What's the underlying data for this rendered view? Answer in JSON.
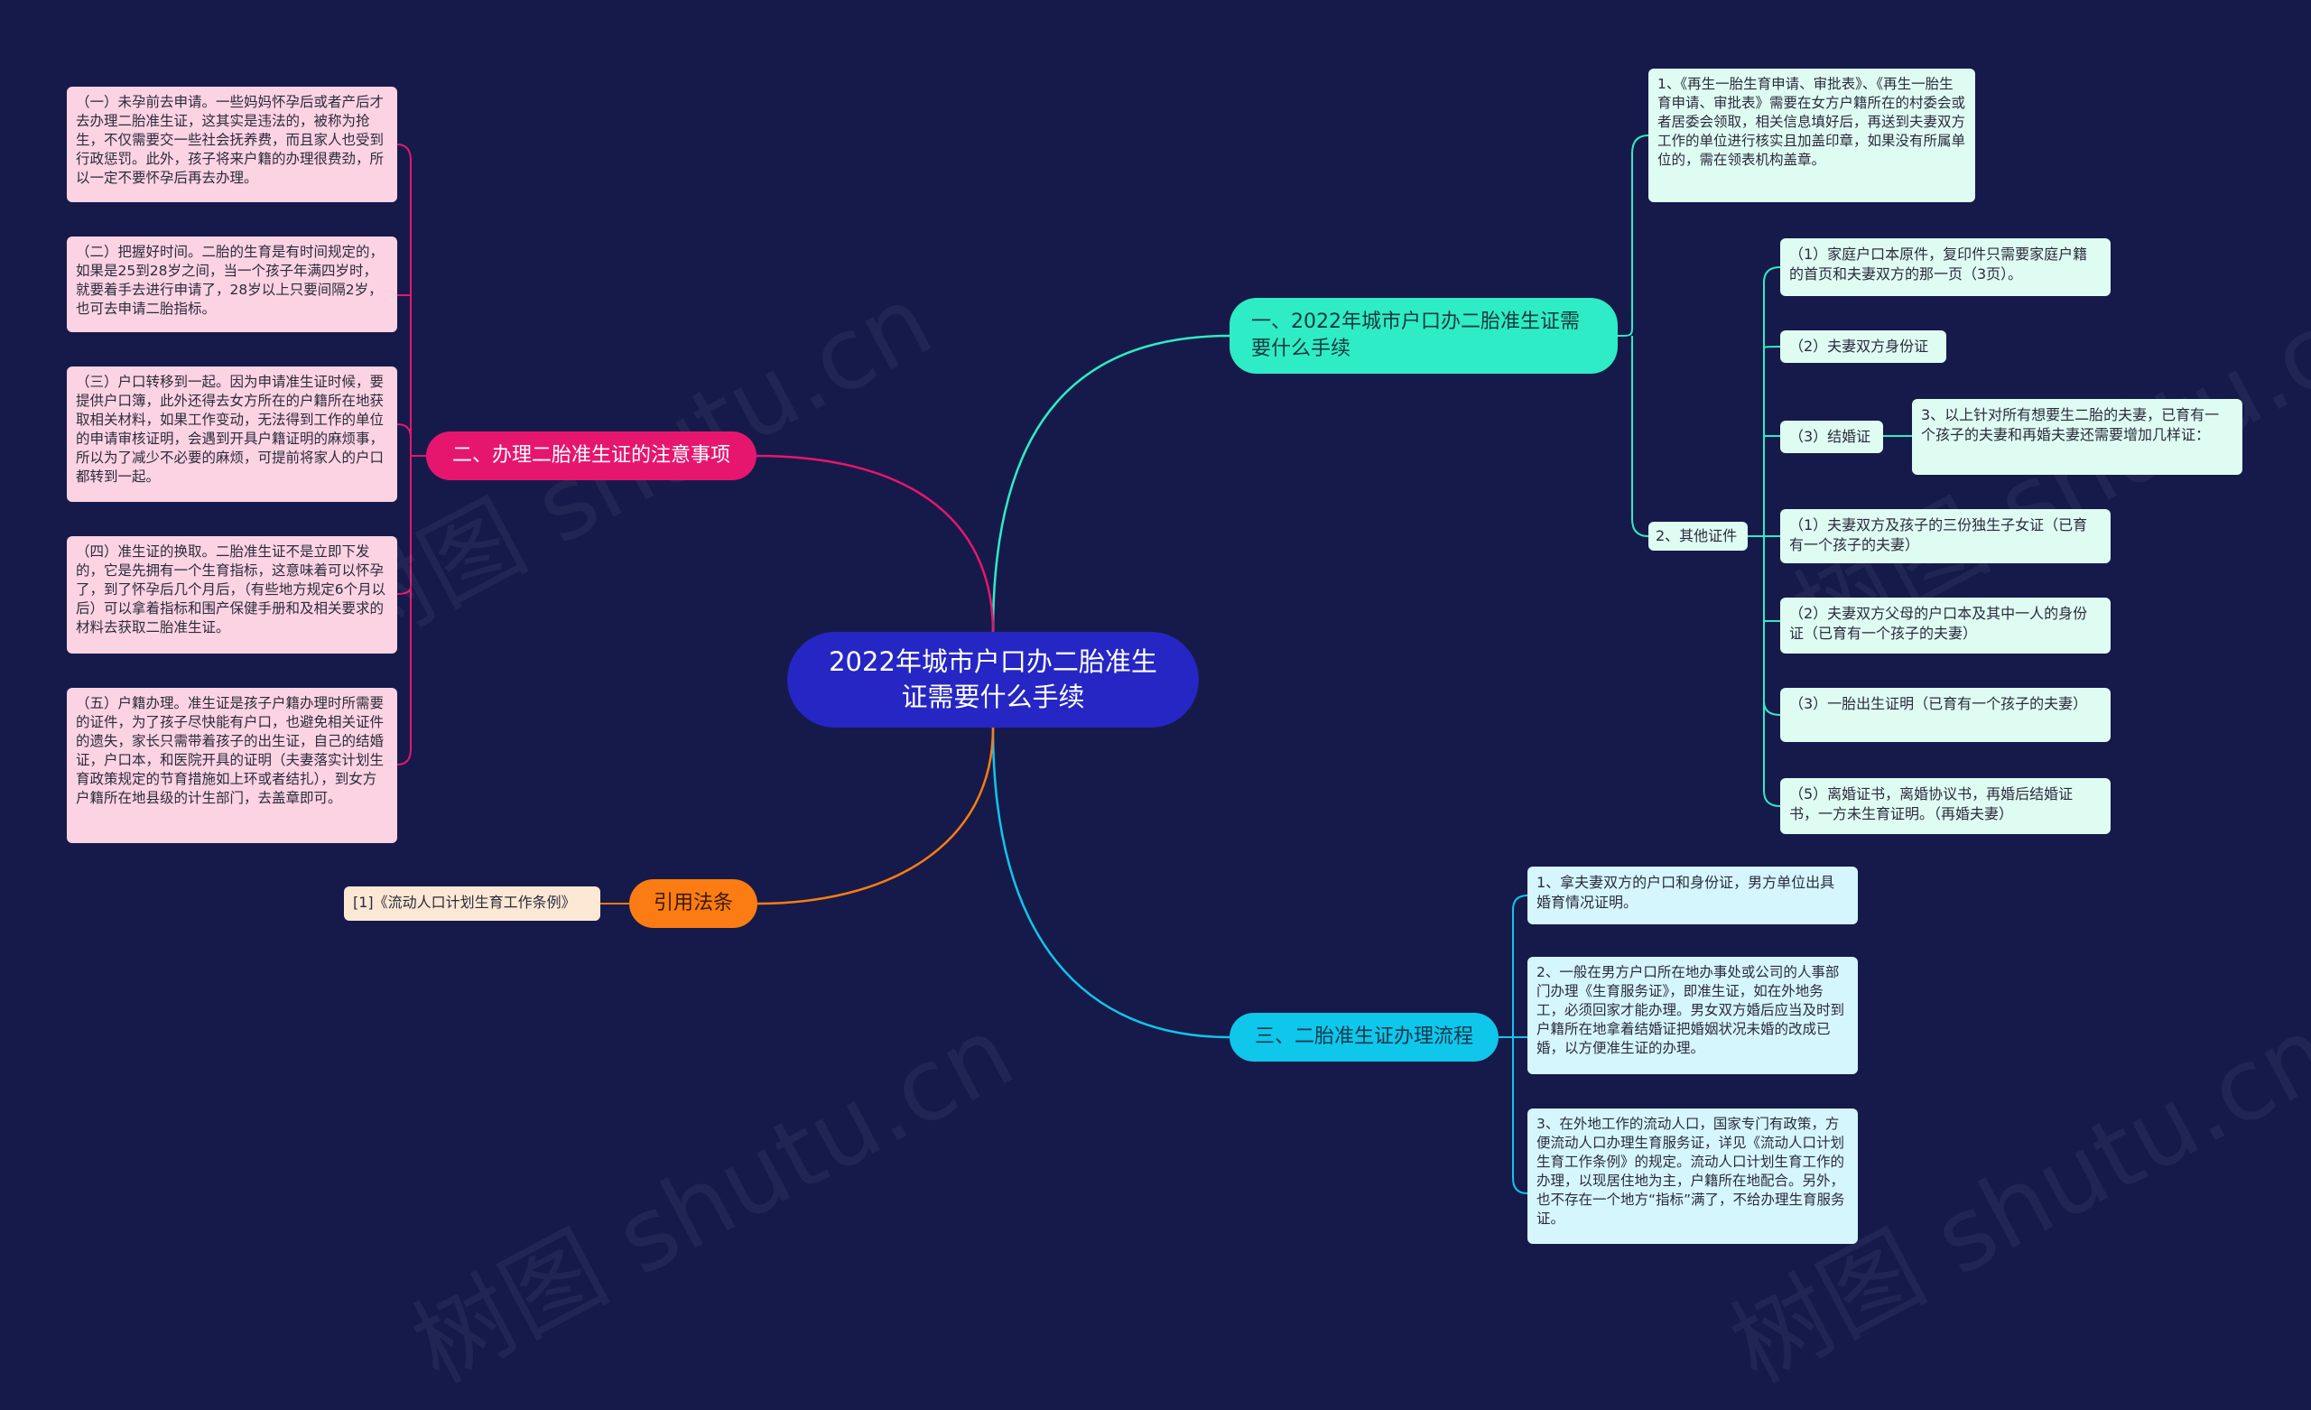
{
  "root": "2022年城市户口办二胎准生证需要什么手续",
  "watermark": "树图 shutu.cn",
  "branches": {
    "b1": "一、2022年城市户口办二胎准生证需要什么手续",
    "b2": "二、办理二胎准生证的注意事项",
    "b3": "三、二胎准生证办理流程",
    "b4": "引用法条"
  },
  "b1_items": {
    "n1": "1、《再生一胎生育申请、审批表》、《再生一胎生育申请、审批表》需要在女方户籍所在的村委会或者居委会领取，相关信息填好后，再送到夫妻双方工作的单位进行核实且加盖印章，如果没有所属单位的，需在领表机构盖章。",
    "n2": "2、其他证件",
    "n2_children": [
      "（1）家庭户口本原件，复印件只需要家庭户籍的首页和夫妻双方的那一页（3页）。",
      "（2）夫妻双方身份证",
      "（3）结婚证",
      "（1）夫妻双方及孩子的三份独生子女证（已育有一个孩子的夫妻）",
      "（2）夫妻双方父母的户口本及其中一人的身份证（已育有一个孩子的夫妻）",
      "（3）一胎出生证明（已育有一个孩子的夫妻）",
      "（5）离婚证书，离婚协议书，再婚后结婚证书，一方未生育证明。（再婚夫妻）"
    ],
    "n3": "3、以上针对所有想要生二胎的夫妻，已育有一个孩子的夫妻和再婚夫妻还需要增加几样证："
  },
  "b2_items": [
    "（一）未孕前去申请。一些妈妈怀孕后或者产后才去办理二胎准生证，这其实是违法的，被称为抢生，不仅需要交一些社会抚养费，而且家人也受到行政惩罚。此外，孩子将来户籍的办理很费劲，所以一定不要怀孕后再去办理。",
    "（二）把握好时间。二胎的生育是有时间规定的，如果是25到28岁之间，当一个孩子年满四岁时，就要着手去进行申请了，28岁以上只要间隔2岁，也可去申请二胎指标。",
    "（三）户口转移到一起。因为申请准生证时候，要提供户口簿，此外还得去女方所在的户籍所在地获取相关材料，如果工作变动，无法得到工作的单位的申请审核证明，会遇到开具户籍证明的麻烦事，所以为了减少不必要的麻烦，可提前将家人的户口都转到一起。",
    "（四）准生证的换取。二胎准生证不是立即下发的，它是先拥有一个生育指标，这意味着可以怀孕了，到了怀孕后几个月后，（有些地方规定6个月以后）可以拿着指标和围产保健手册和及相关要求的材料去获取二胎准生证。",
    "（五）户籍办理。准生证是孩子户籍办理时所需要的证件，为了孩子尽快能有户口，也避免相关证件的遗失，家长只需带着孩子的出生证，自己的结婚证，户口本，和医院开具的证明（夫妻落实计划生育政策规定的节育措施如上环或者结扎），到女方户籍所在地县级的计生部门，去盖章即可。"
  ],
  "b3_items": [
    "1、拿夫妻双方的户口和身份证，男方单位出具婚育情况证明。",
    "2、一般在男方户口所在地办事处或公司的人事部门办理《生育服务证》，即准生证，如在外地务工，必须回家才能办理。男女双方婚后应当及时到户籍所在地拿着结婚证把婚姻状况未婚的改成已婚，以方便准生证的办理。",
    "3、在外地工作的流动人口，国家专门有政策，方便流动人口办理生育服务证，详见《流动人口计划生育工作条例》的规定。流动人口计划生育工作的办理，以现居住地为主，户籍所在地配合。另外，也不存在一个地方“指标”满了，不给办理生育服务证。"
  ],
  "b4_items": [
    "[1]《流动人口计划生育工作条例》"
  ],
  "colors": {
    "background": "#161a4a",
    "root": "#2526c4",
    "branch1": "#2eecc6",
    "branch2": "#e6166f",
    "branch3": "#0fc6eb",
    "branch4": "#fb7c12",
    "leaf_pink": "#fcd3e3",
    "leaf_mint": "#dffcf3",
    "leaf_cyan": "#d5f6fd",
    "leaf_peach": "#fde8d5"
  }
}
